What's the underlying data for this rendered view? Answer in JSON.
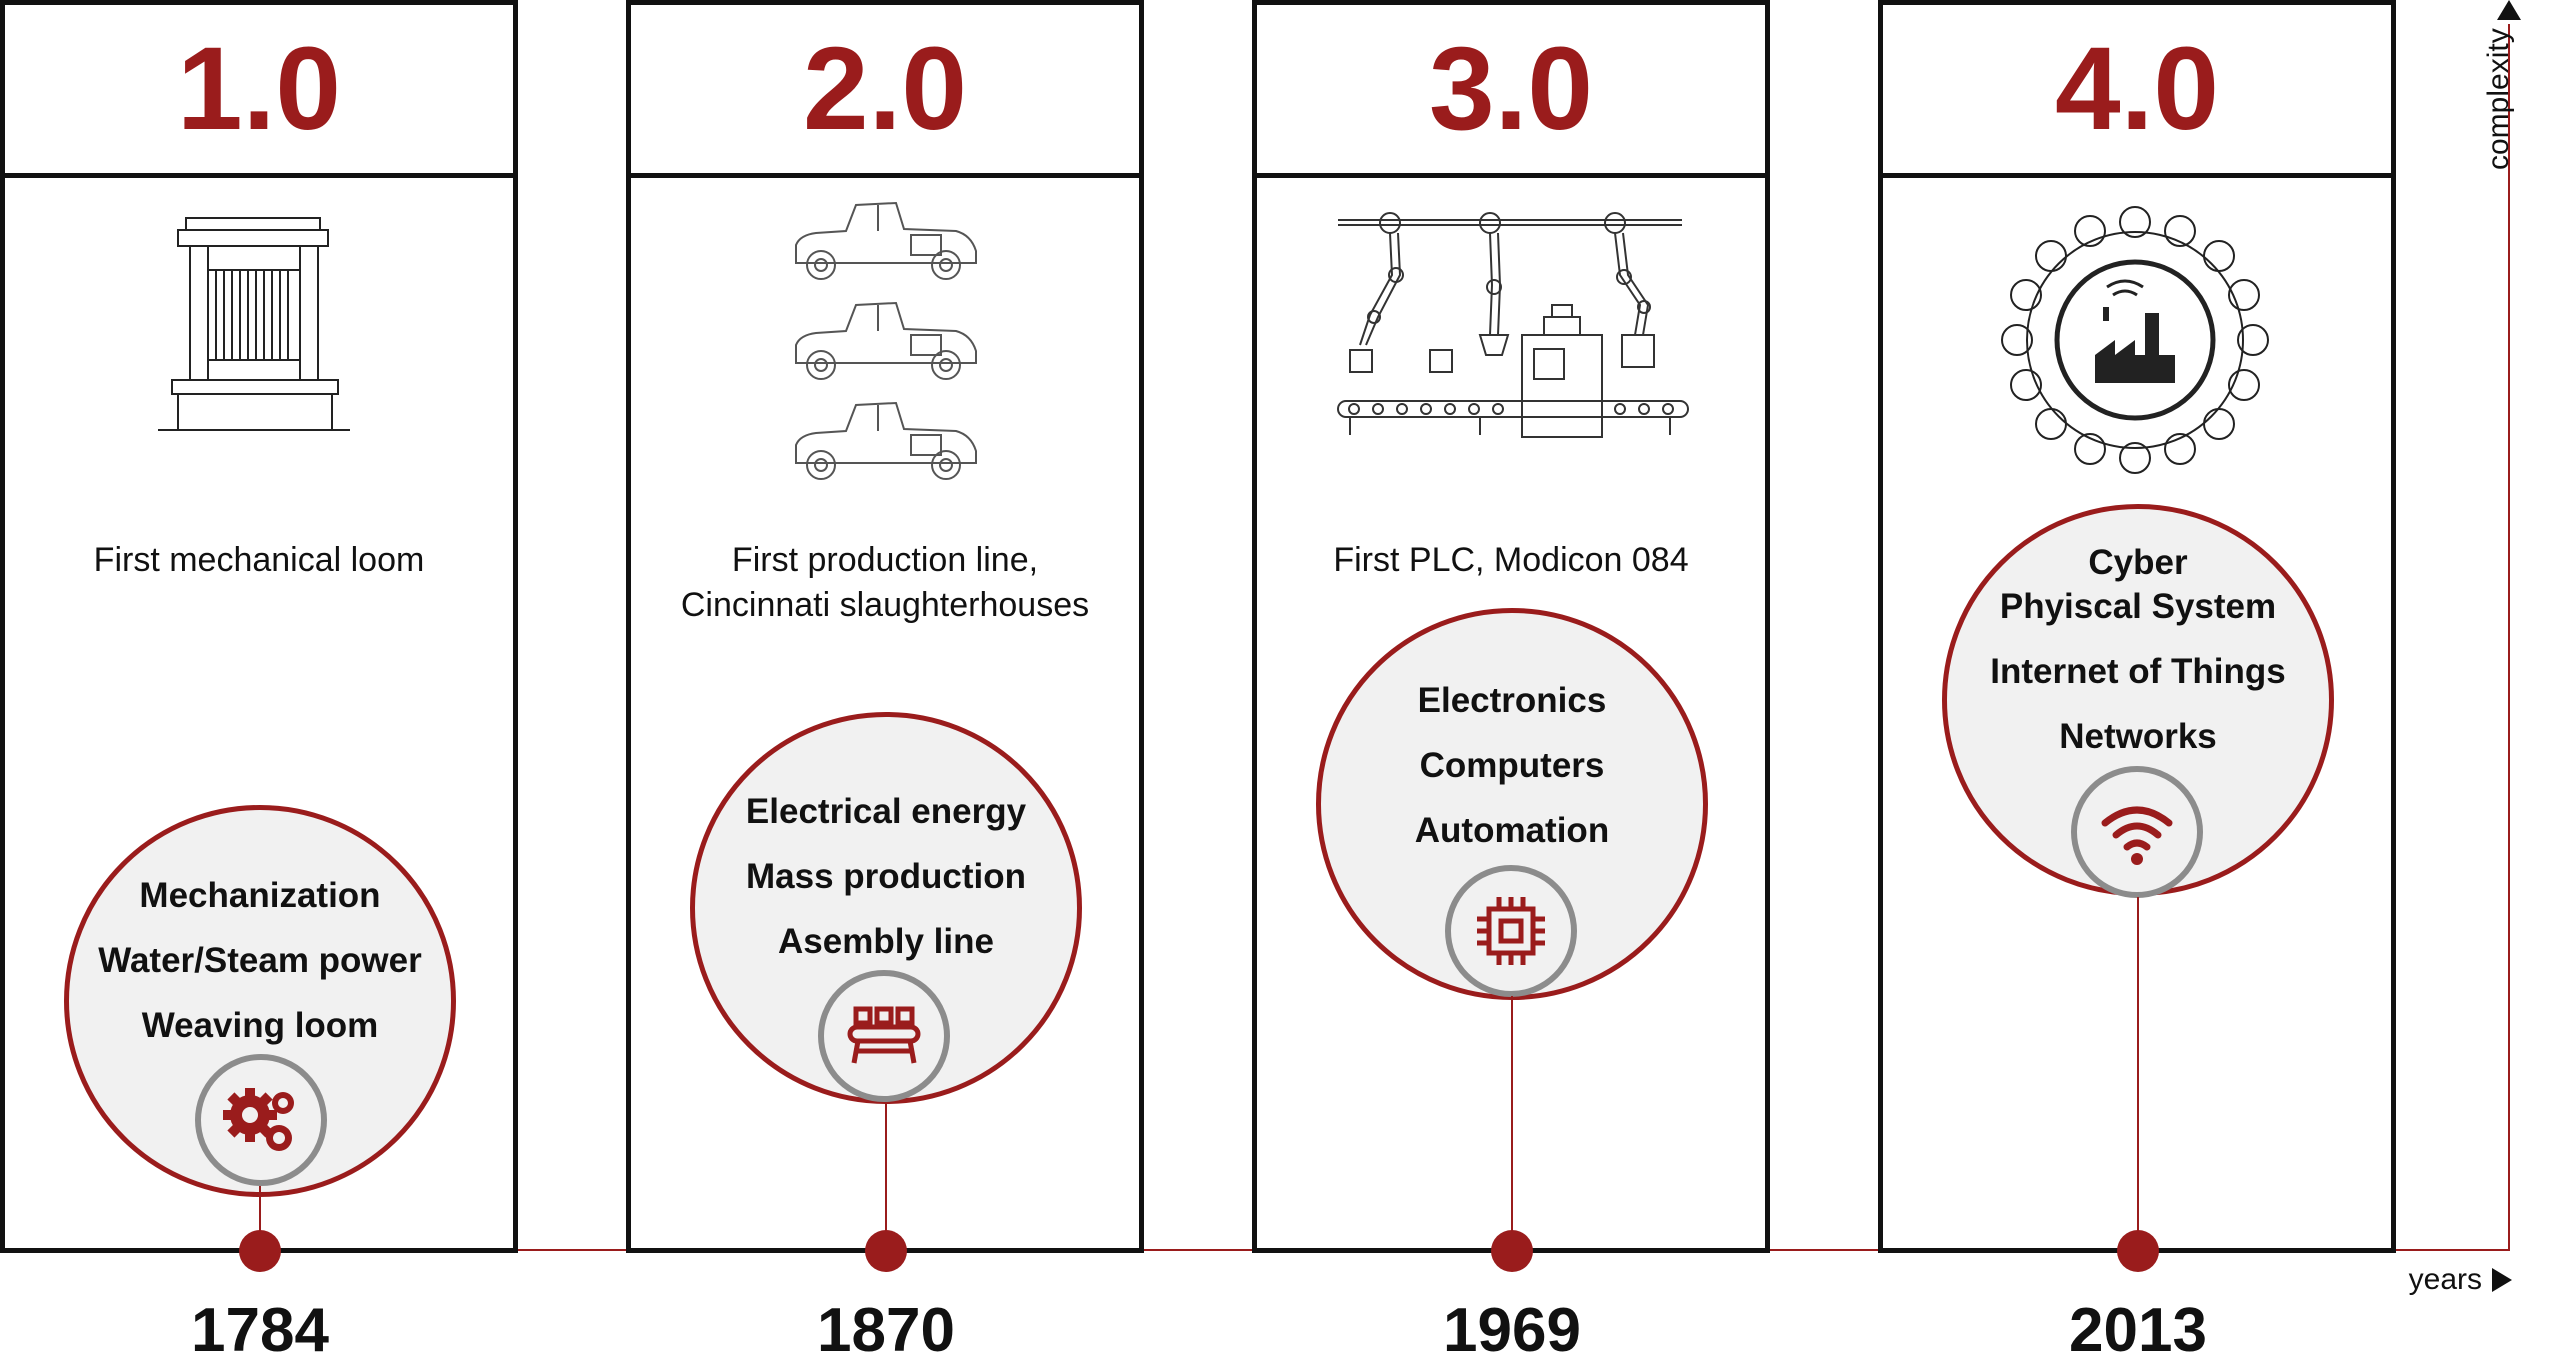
{
  "axes": {
    "y_label": "complexity",
    "x_label": "years"
  },
  "eras": [
    {
      "number": "1.0",
      "caption": [
        "First mechanical loom"
      ],
      "features": [
        "Mechanization",
        "Water/Steam power",
        "Weaving loom"
      ],
      "year": "1784",
      "illustration": "loom-illustration",
      "icon": "gears-icon"
    },
    {
      "number": "2.0",
      "caption": [
        "First production line,",
        "Cincinnati slaughterhouses"
      ],
      "features": [
        "Electrical energy",
        "Mass production",
        "Asembly line"
      ],
      "year": "1870",
      "illustration": "cars-illustration",
      "icon": "conveyor-icon"
    },
    {
      "number": "3.0",
      "caption": [
        "First PLC, Modicon 084"
      ],
      "features": [
        "Electronics",
        "Computers",
        "Automation"
      ],
      "year": "1969",
      "illustration": "robot-line-illustration",
      "icon": "chip-icon"
    },
    {
      "number": "4.0",
      "caption": [],
      "features": [
        "Cyber",
        "Phyiscal System",
        "Internet of Things",
        "Networks"
      ],
      "year": "2013",
      "illustration": "smart-factory-illustration",
      "icon": "wifi-icon"
    }
  ],
  "colors": {
    "accent": "#9a1c1c",
    "border": "#111111",
    "bubble_fill": "#f1f1f1",
    "icon_ring": "#8c8c8c"
  }
}
